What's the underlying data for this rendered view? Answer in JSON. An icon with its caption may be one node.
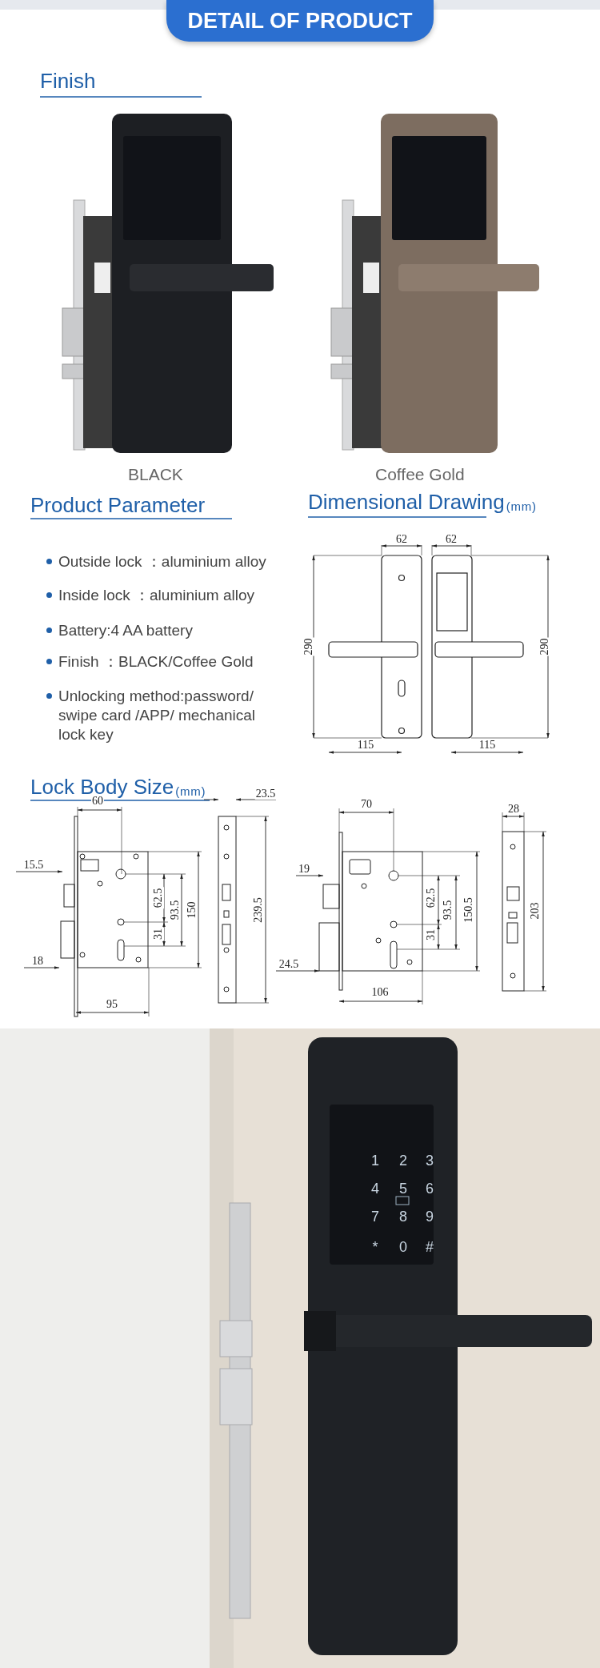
{
  "diagram": {
    "title": "DETAIL OF PRODUCT",
    "labels": [
      "Finish",
      "BLACK",
      "Coffee Gold",
      "Product Parameter",
      "Dimensional Drawing",
      "(mm)",
      "Outside lock ：aluminium alloy",
      "Inside lock ：aluminium alloy",
      "Battery:4 AA battery",
      "Finish ：BLACK/Coffee Gold",
      "Unlocking method:password/ swipe card /APP/ mechanical lock key",
      "62",
      "62",
      "290",
      "290",
      "115",
      "115",
      "Lock Body Size",
      "(mm)",
      "60",
      "23.5",
      "70",
      "28",
      "15.5",
      "19",
      "62.5",
      "93.5",
      "150",
      "239.5",
      "62.5",
      "93.5",
      "150.5",
      "203",
      "31",
      "31",
      "18",
      "24.5",
      "95",
      "106",
      "1",
      "2",
      "3",
      "4",
      "5",
      "6",
      "7",
      "8",
      "9",
      "*",
      "0",
      "#"
    ]
  }
}
